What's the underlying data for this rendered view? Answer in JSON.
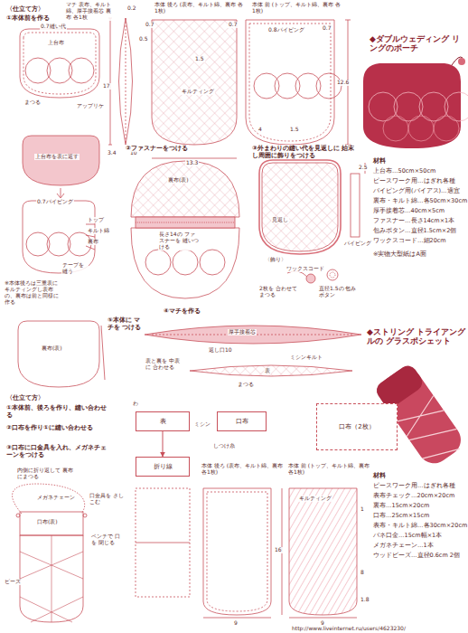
{
  "diagram": {
    "nodes": [
      {
        "text": [
          "表"
        ]
      },
      {
        "text": [
          "口布"
        ]
      },
      {
        "text": [
          "折り線"
        ]
      },
      {
        "text": [
          "口布（2枚）"
        ]
      }
    ],
    "edges": [
      {
        "from": 0,
        "to": 2,
        "arrow": "to"
      }
    ],
    "labels": [
      "〈仕立て方〉",
      "①本体前を作る",
      "0.7縫い代",
      "上台布",
      "まつる",
      "アップリケ",
      "マチ 表布、キルト綿、厚手接着芯 裏布 各1枚",
      "0.2",
      "0.5",
      "17",
      "3.4",
      "10",
      "本体 後ろ (表布、キルト綿、裏布 各1枚)",
      "0.7",
      "1.5",
      "キルティング",
      "0.7",
      "13.3",
      "本体 前 (トップ、キルト綿、裏布 各1枚)",
      "0.8パイピング",
      "12.6",
      "1.5",
      "4",
      "5",
      "0.7",
      "上台布を表に返す",
      "0.7パイピング",
      "トップ",
      "キルト綿",
      "裏布",
      "テープを 縫う",
      "※本体後ろは三重表にキルティングし表布の、裏布は前と同様に作る",
      "②ファスナーをつける",
      "裏布(表)",
      "長さ14の ファスナーを 縫いつける",
      "③外まわりの縫い代を見返しに 始末し周囲に飾りをつける",
      "見返し",
      "2.5",
      "パイピング",
      "〈飾り〉",
      "ワックスコード",
      "2枚を 合わせてまつる",
      "直径1.5の 包みボタン",
      "⑤本体に マチを つける",
      "④マチを作る",
      "厚手接着芯",
      "返し口10",
      "ミシンキルト",
      "表と裏を 中表に 合わせる",
      "表",
      "まつる",
      "裏布(表)",
      "〈仕立て方〉",
      "①本体前、後ろを作り、縫い合わせる",
      "②口布を作り①に縫い合わせる",
      "③口布に口金具を入れ、メガネチェーンをつける",
      "内側に折り返して 裏布にまつる",
      "メガネチェーン",
      "口布(表)",
      "ビーズ",
      "口金具を さしこむ",
      "ペンチで 口を 閉じる",
      "わ",
      "ミシン",
      "しつけ糸",
      "本体 後ろ (表布、キルト綿、裏布 各1枚)",
      "本体 前 (トップ、キルト綿、裏布 各1枚)",
      "キルティング",
      "16",
      "1",
      "8",
      "1.8",
      "9",
      "9",
      "◆ダブルウェディング リングのポーチ",
      "材料",
      "上台布…50cm×50cm",
      "ピースワーク用…はぎれ各種",
      "パイピング用(バイアス)…適宜",
      "裏布・キルト綿…各50cm×30cm",
      "厚手接着芯…40cm×5cm",
      "ファスナー…長さ14cm×1本",
      "包みボタン…直径1.5cm×2個",
      "ワックスコード…細20cm",
      "※実物大型紙はA面",
      "◆ストリング トライアングルの グラスポシェット",
      "材料",
      "ピースワーク用…はぎれ各種",
      "表布チェック…20cm×20cm",
      "裏布…15cm×20cm",
      "口布…25cm×15cm",
      "表布・キルト綿…各30cm×20cm",
      "バネ口金…15cm幅×1本",
      "メガネチェーン…1本",
      "ウッドビーズ…直径0.6cm 2個",
      "http://www.liveinternet.ru/users/4623230/"
    ]
  }
}
